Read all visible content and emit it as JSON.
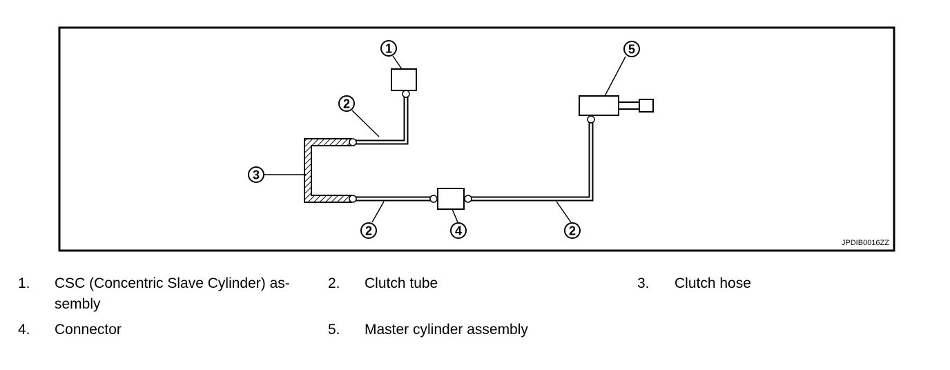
{
  "diagram": {
    "callouts": {
      "c1": "1",
      "c2a": "2",
      "c2b": "2",
      "c2c": "2",
      "c3": "3",
      "c4": "4",
      "c5": "5"
    },
    "figure_code": "JPDIB0016ZZ"
  },
  "legend": {
    "items": [
      {
        "num": "1.",
        "text_line1": "CSC (Concentric Slave Cylinder) as-",
        "text_line2": "sembly"
      },
      {
        "num": "2.",
        "text": "Clutch tube"
      },
      {
        "num": "3.",
        "text": "Clutch hose"
      },
      {
        "num": "4.",
        "text": "Connector"
      },
      {
        "num": "5.",
        "text": "Master cylinder assembly"
      }
    ]
  }
}
